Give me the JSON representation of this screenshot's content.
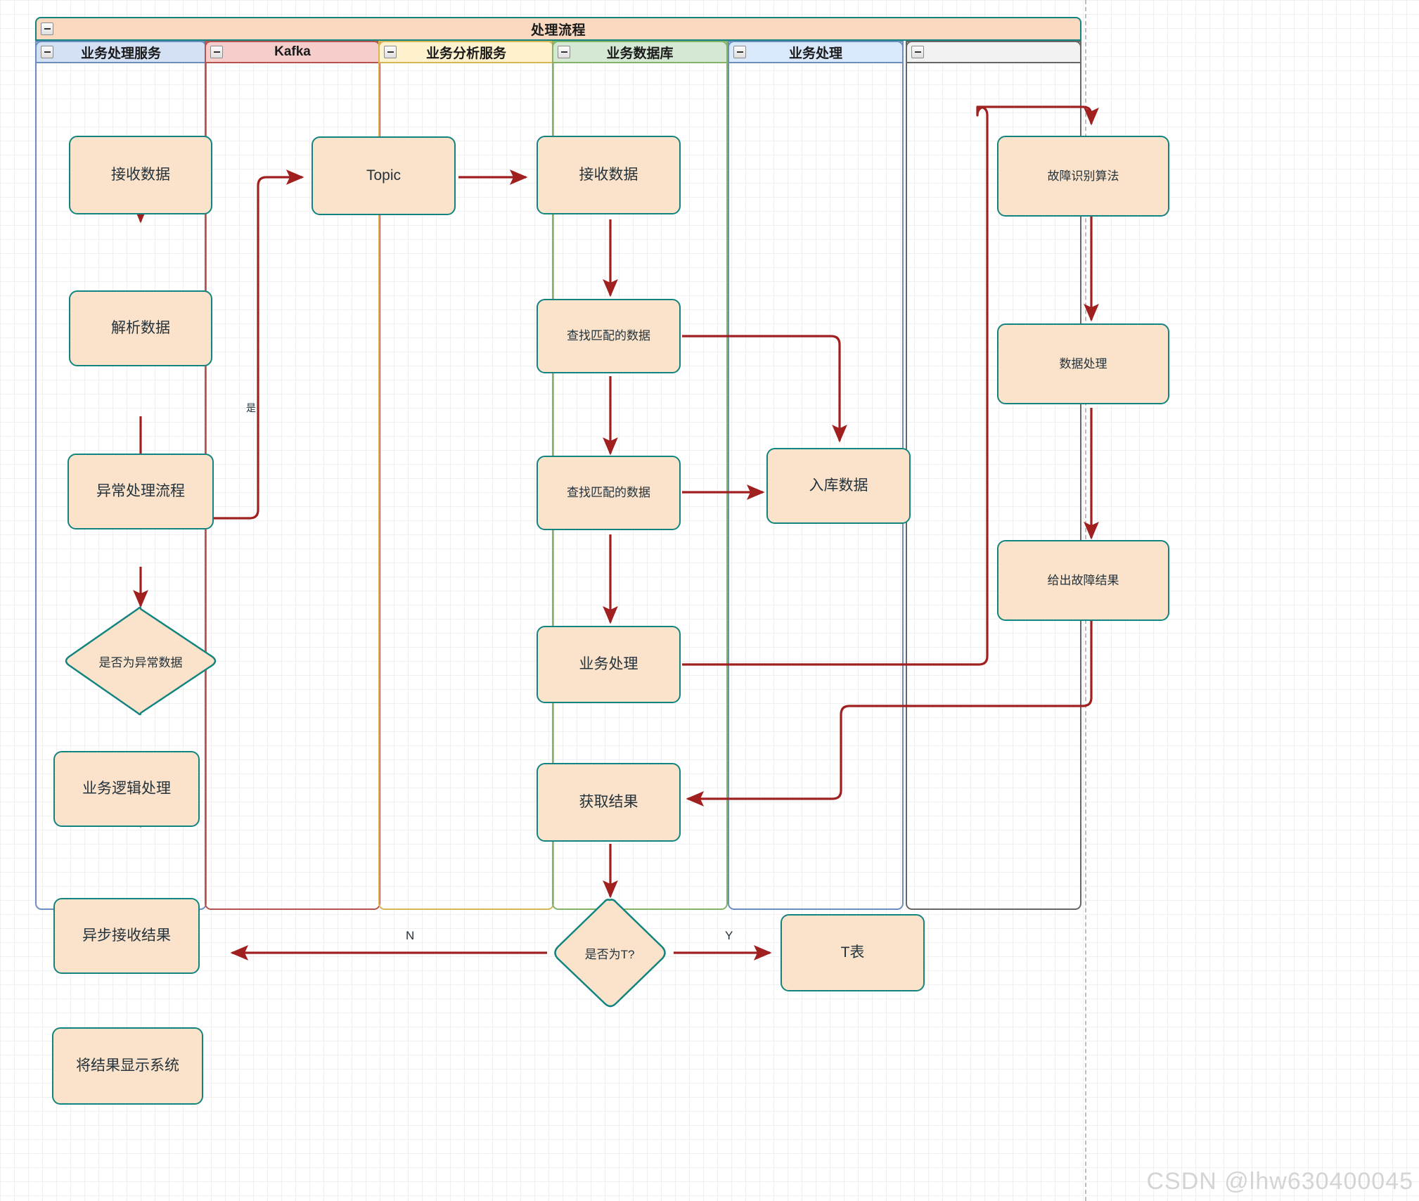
{
  "diagram": {
    "type": "swimlane-flowchart",
    "pool_title": "处理流程",
    "lanes": [
      {
        "id": "lane-biz-process-service",
        "label": "业务处理服务",
        "head_fill": "#d4e1f5",
        "border": "#6c8ebf"
      },
      {
        "id": "lane-kafka",
        "label": "Kafka",
        "head_fill": "#f5cecc",
        "border": "#b85450"
      },
      {
        "id": "lane-biz-analysis-service",
        "label": "业务分析服务",
        "head_fill": "#fdf2cd",
        "border": "#d6b656"
      },
      {
        "id": "lane-biz-database",
        "label": "业务数据库",
        "head_fill": "#d5e8d4",
        "border": "#82b366"
      },
      {
        "id": "lane-biz-handling",
        "label": "业务处理",
        "head_fill": "#dae8fc",
        "border": "#6c8ebf"
      },
      {
        "id": "lane-empty",
        "label": "",
        "head_fill": "#f2f2f2",
        "border": "#666666"
      }
    ],
    "nodes": [
      {
        "id": "n-receive-data-1",
        "label": "接收数据",
        "shape": "rounded-rect",
        "lane": "lane-biz-process-service"
      },
      {
        "id": "n-parse-data",
        "label": "解析数据",
        "shape": "rounded-rect",
        "lane": "lane-biz-process-service"
      },
      {
        "id": "n-exception-flow",
        "label": "异常处理流程",
        "shape": "rounded-rect",
        "lane": "lane-biz-process-service"
      },
      {
        "id": "n-is-abnormal",
        "label": "是否为异常数据",
        "shape": "diamond",
        "lane": "lane-biz-process-service"
      },
      {
        "id": "n-biz-logic",
        "label": "业务逻辑处理",
        "shape": "rounded-rect",
        "lane": "lane-biz-process-service"
      },
      {
        "id": "n-async-receive",
        "label": "异步接收结果",
        "shape": "rounded-rect",
        "lane": "lane-biz-process-service"
      },
      {
        "id": "n-show-result",
        "label": "将结果显示系统",
        "shape": "rounded-rect",
        "lane": "lane-biz-process-service"
      },
      {
        "id": "n-topic",
        "label": "Topic",
        "shape": "rounded-rect",
        "lane": "lane-kafka"
      },
      {
        "id": "n-receive-data-2",
        "label": "接收数据",
        "shape": "rounded-rect",
        "lane": "lane-biz-analysis-service"
      },
      {
        "id": "n-find-match-1",
        "label": "查找匹配的数据",
        "shape": "rounded-rect",
        "lane": "lane-biz-analysis-service"
      },
      {
        "id": "n-find-match-2",
        "label": "查找匹配的数据",
        "shape": "rounded-rect",
        "lane": "lane-biz-analysis-service"
      },
      {
        "id": "n-biz-process",
        "label": "业务处理",
        "shape": "rounded-rect",
        "lane": "lane-biz-analysis-service"
      },
      {
        "id": "n-get-result",
        "label": "获取结果",
        "shape": "rounded-rect",
        "lane": "lane-biz-analysis-service"
      },
      {
        "id": "n-is-t",
        "label": "是否为T?",
        "shape": "diamond",
        "lane": "lane-biz-analysis-service"
      },
      {
        "id": "n-store-data",
        "label": "入库数据",
        "shape": "rounded-rect",
        "lane": "lane-biz-database"
      },
      {
        "id": "n-t-table",
        "label": "T表",
        "shape": "rounded-rect",
        "lane": "lane-biz-database"
      },
      {
        "id": "n-fault-algo",
        "label": "故障识别算法",
        "shape": "rounded-rect",
        "lane": "lane-biz-handling"
      },
      {
        "id": "n-data-process",
        "label": "数据处理",
        "shape": "rounded-rect",
        "lane": "lane-biz-handling"
      },
      {
        "id": "n-fault-result",
        "label": "给出故障结果",
        "shape": "rounded-rect",
        "lane": "lane-biz-handling"
      }
    ],
    "edge_labels": [
      {
        "id": "edge-label-yes",
        "text": "是"
      },
      {
        "id": "edge-label-n",
        "text": "N"
      },
      {
        "id": "edge-label-y",
        "text": "Y"
      }
    ],
    "colors": {
      "edge": "#a02020",
      "node_fill": "#fae3ca",
      "node_border": "#12847f",
      "pool_title_fill": "#fad9c0",
      "text": "#24323c"
    },
    "watermark": "CSDN @lhw630400045"
  }
}
